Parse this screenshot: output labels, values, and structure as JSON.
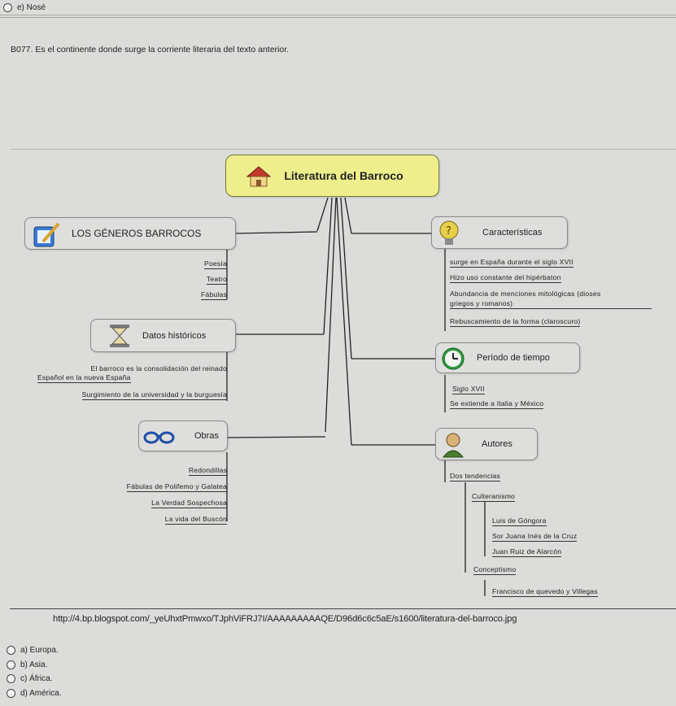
{
  "previous_option": {
    "label": "e) Nosé"
  },
  "question": {
    "text": "B077. Es el continente donde surge la corriente literaria del texto anterior."
  },
  "mindmap": {
    "title": "Literatura del Barroco",
    "generos": {
      "label": "LOS GÉNEROS BARROCOS",
      "items": [
        "Poesía",
        "Teatro",
        "Fábulas"
      ]
    },
    "datos": {
      "label": "Datos históricos",
      "items": [
        "El barroco es la consolidación del reinado",
        "Español en la nueva España",
        "Surgimiento de la universidad y la burguesía"
      ]
    },
    "obras": {
      "label": "Obras",
      "items": [
        "Redondillas",
        "Fábulas de Polifemo y Galatea",
        "La Verdad Sospechosa",
        "La vida del Buscón"
      ]
    },
    "caracteristicas": {
      "label": "Características",
      "items": [
        "surge en España durante el siglo XVII",
        "Hizo uso constante del hipérbaton",
        "Abundancia de menciones mitológicas (dioses",
        "griegos y romanos)",
        "Rebuscamiento de la forma (claroscuro)"
      ]
    },
    "periodo": {
      "label": "Período de tiempo",
      "items": [
        "Siglo XVII",
        "Se extiende a Italia y México"
      ]
    },
    "autores": {
      "label": "Autores",
      "tendencias": "Dos tendencias",
      "culteranismo": "Culteranismo",
      "culteranismo_authors": [
        "Luis de Góngora",
        "Sor Juana Inés de la Cruz",
        "Juan Ruiz de Alarcón"
      ],
      "conceptismo": "Conceptismo",
      "conceptismo_authors": [
        "Francisco de quevedo y Villegas"
      ]
    },
    "icons": [
      "house-icon",
      "pencil-notebook-icon",
      "hourglass-icon",
      "glasses-icon",
      "question-lightbulb-icon",
      "clock-icon",
      "person-icon"
    ]
  },
  "source_url": "http://4.bp.blogspot.com/_yeUhxtPmwxo/TJphViFRJ7I/AAAAAAAAAQE/D96d6c6c5aE/s1600/literatura-del-barroco.jpg",
  "options": [
    {
      "label": "a) Europa."
    },
    {
      "label": "b) Asia."
    },
    {
      "label": "c) África."
    },
    {
      "label": "d) América."
    }
  ]
}
